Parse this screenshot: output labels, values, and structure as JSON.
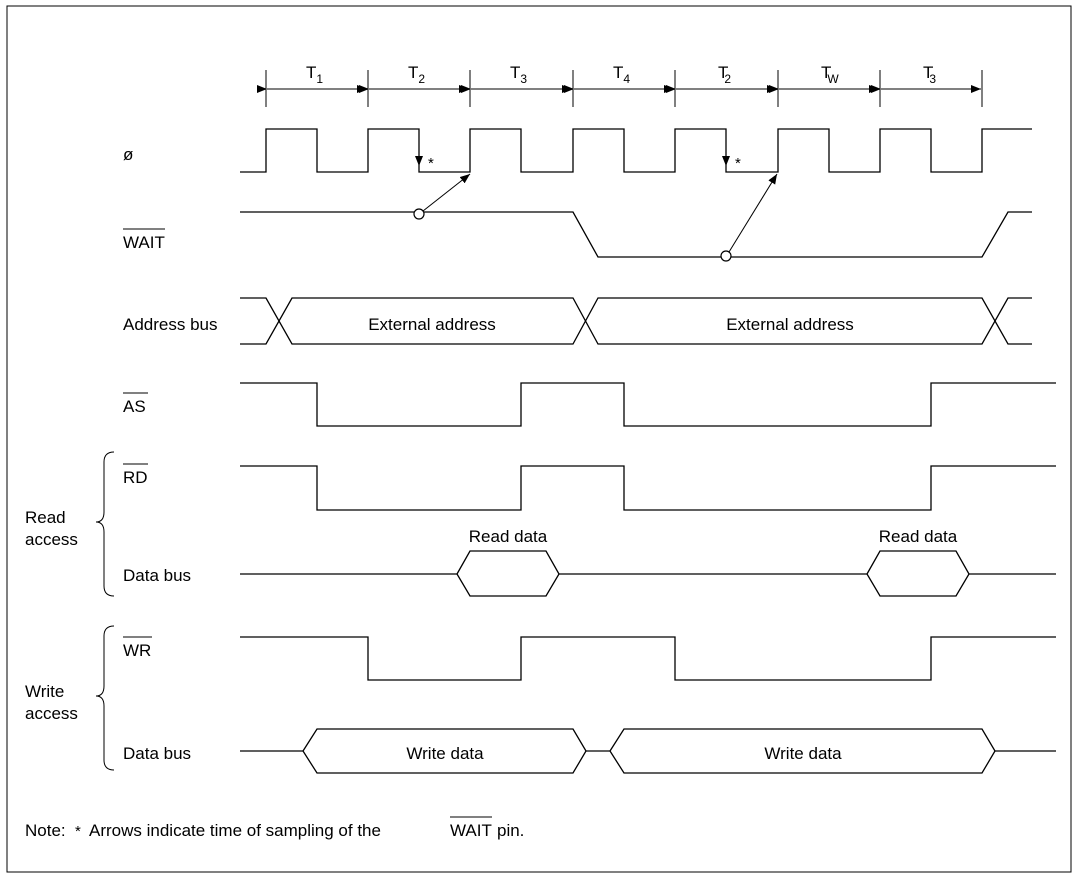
{
  "states": [
    {
      "letter": "T",
      "sub": "1"
    },
    {
      "letter": "T",
      "sub": "2"
    },
    {
      "letter": "T",
      "sub": "3"
    },
    {
      "letter": "T",
      "sub": "4"
    },
    {
      "letter": "T",
      "sub": "2"
    },
    {
      "letter": "T",
      "sub": "W"
    },
    {
      "letter": "T",
      "sub": "3"
    }
  ],
  "signals": {
    "phi": "ø",
    "wait": "WAIT",
    "address_bus": "Address bus",
    "as": "AS",
    "rd": "RD",
    "wr": "WR",
    "read_data_bus": "Data bus",
    "write_data_bus": "Data bus"
  },
  "groups": {
    "read_line1": "Read",
    "read_line2": "access",
    "write_line1": "Write",
    "write_line2": "access"
  },
  "bus_values": {
    "address1": "External address",
    "address2": "External address",
    "read1": "Read data",
    "read2": "Read data",
    "write1": "Write data",
    "write2": "Write data"
  },
  "sample_marker": "*",
  "note": {
    "prefix": "Note:",
    "star": "*",
    "pre": "Arrows indicate time of sampling of the",
    "pin": "WAIT",
    "post": "pin."
  }
}
